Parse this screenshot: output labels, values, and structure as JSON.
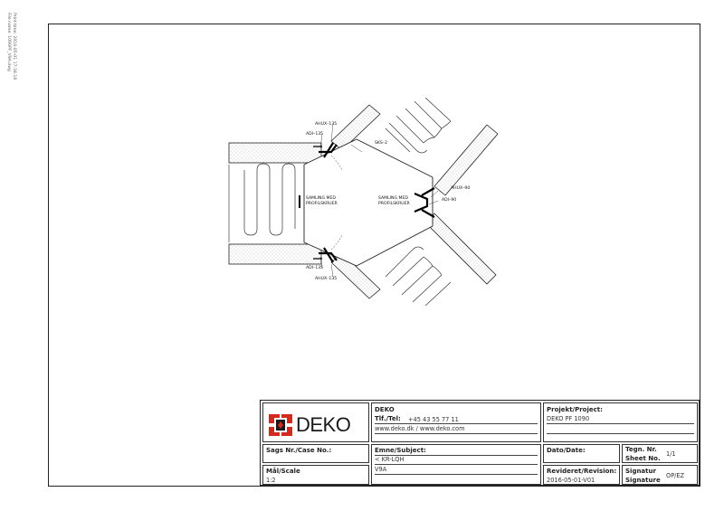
{
  "side_info": {
    "print_time": "Print time: 2016-05-01 17:34:18",
    "file_name": "File name: 1090PF_V9A.dwg"
  },
  "drawing_labels": {
    "ahux_135_top": "AHUX–135",
    "adi_135_top": "ADI–135",
    "sks_2": "SKS–2",
    "samling_left_1": "SAMLING MED",
    "samling_left_2": "PROFILSKRUER",
    "samling_right_1": "SAMLING MED",
    "samling_right_2": "PROFILSKRUER",
    "ahux_90": "AHUX–90",
    "adi_90": "ADI–90",
    "adi_135_bottom": "ADI–135",
    "ahux_135_bottom": "AHUX–135"
  },
  "title_block": {
    "logo_text": "DEKO",
    "company": "DEKO",
    "tel_label": "Tlf./Tel:",
    "tel_value": "+45 43 55 77 11",
    "web": "www.deko.dk / www.deko.com",
    "project_label": "Projekt/Project:",
    "project_value": "DEKO PF 1090",
    "case_label": "Sags Nr./Case No.:",
    "case_value": "",
    "subject_label": "Emne/Subject:",
    "subject_value": "< KR-LQH",
    "date_label": "Dato/Date:",
    "date_value": "",
    "drawing_no_label": "Tegn. Nr.",
    "sheet_no_label": "Sheet No.",
    "sheet_value": "1/1",
    "scale_label": "Mål/Scale",
    "scale_value": "1:2",
    "subject_value_2": "V9A",
    "revision_label": "Revideret/Revision:",
    "revision_value": "2016-05-01-V01",
    "signature_label_1": "Signatur",
    "signature_label_2": "Signature",
    "signature_value": "OP/EZ"
  },
  "colors": {
    "brand_red": "#d42a1e",
    "line": "#222222"
  }
}
